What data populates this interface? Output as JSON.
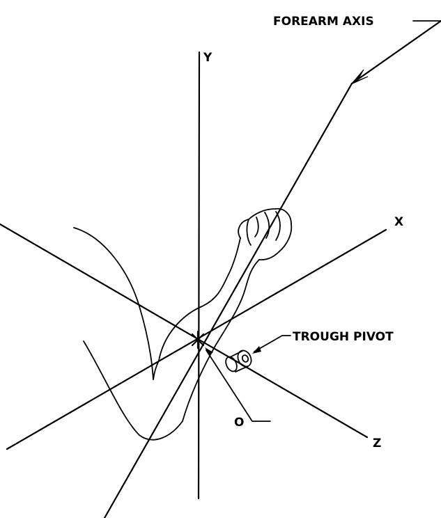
{
  "labels": {
    "forearm_axis": "FOREARM AXIS",
    "y_axis": "Y",
    "x_axis": "X",
    "z_axis": "Z",
    "trough_pivot": "TROUGH PIVOT",
    "origin": "O"
  }
}
